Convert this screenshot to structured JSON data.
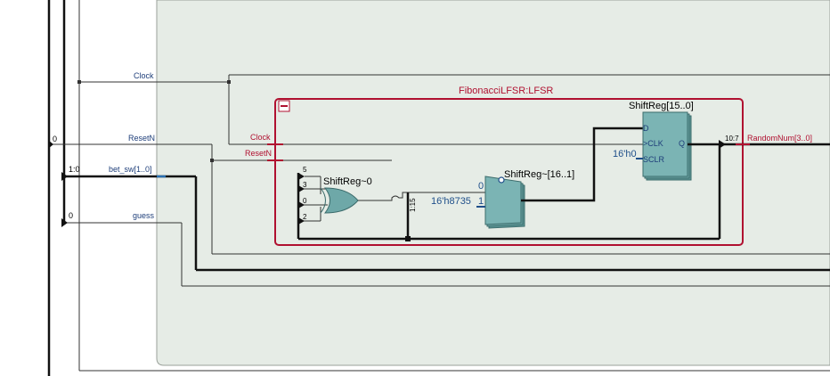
{
  "colors": {
    "background": "#ffffff",
    "region_fill": "#e6ece6",
    "region_stroke": "#9aa09a",
    "wire": "#333333",
    "instance_border": "#b01030",
    "cell_fill": "#6ea8a8",
    "cell_stroke": "#3b6b6b",
    "label_blue": "#1f3f7a",
    "label_red": "#b01030"
  },
  "signals": {
    "clock": "Clock",
    "resetn": "ResetN",
    "bet_sw": "bet_sw[1..0]",
    "guess": "guess"
  },
  "pin_values": {
    "resetn": "0",
    "bet_sw": "1:0",
    "guess": "0"
  },
  "instance": {
    "title": "FibonacciLFSR:LFSR",
    "port_clock": "Clock",
    "port_resetn": "ResetN",
    "output_label": "RandomNum[3..0]",
    "output_slice": "10:7",
    "collapse_icon": "minus-icon"
  },
  "xor_gate": {
    "name": "ShiftReg~0",
    "inputs": [
      "5",
      "3",
      "0",
      "2"
    ]
  },
  "bus_tap": "1:15",
  "mux": {
    "name": "ShiftReg~[16..1]",
    "sel0": "0",
    "sel1": "1",
    "const": "16'h8735"
  },
  "register": {
    "name": "ShiftReg[15..0]",
    "pin_d": "D",
    "pin_clk": ">CLK",
    "pin_sclr": "SCLR",
    "pin_q": "Q",
    "const": "16'h0"
  }
}
